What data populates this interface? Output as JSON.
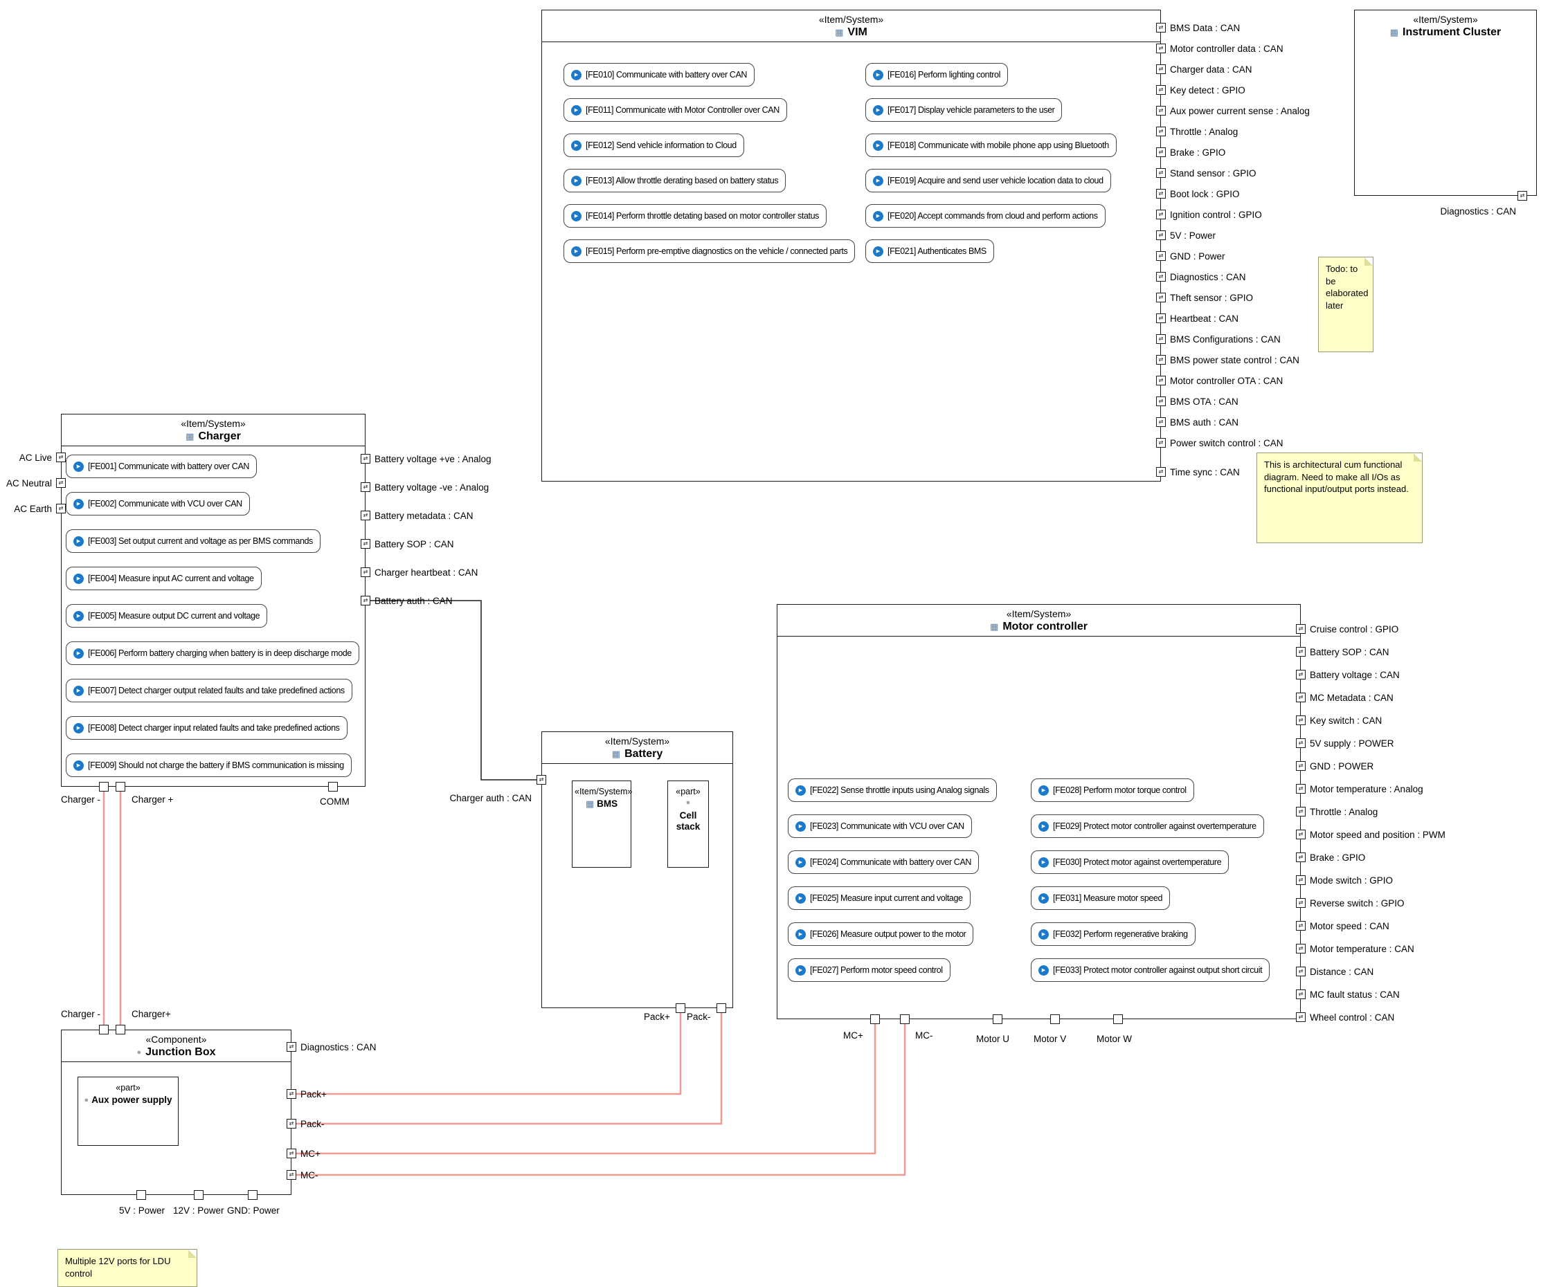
{
  "colors": {
    "power_line": "#EF9A8F",
    "signal_line": "#000000",
    "note_bg": "#FFFFC9",
    "function_icon": "#1B79C9"
  },
  "vim": {
    "stereotype": "«Item/System»",
    "name": "VIM",
    "functions_left": [
      "[FE010] Communicate with battery over CAN",
      "[FE011] Communicate with Motor Controller over CAN",
      "[FE012] Send vehicle information to Cloud",
      "[FE013] Allow throttle derating based on battery status",
      "[FE014] Perform throttle detating based on motor controller status",
      "[FE015] Perform pre-emptive diagnostics on the vehicle / connected parts"
    ],
    "functions_right": [
      "[FE016] Perform lighting control",
      "[FE017] Display vehicle parameters to the user",
      "[FE018] Communicate with mobile phone app using Bluetooth",
      "[FE019] Acquire and send user vehicle location data to cloud",
      "[FE020] Accept commands from cloud and perform actions",
      "[FE021] Authenticates BMS"
    ],
    "ports_right": [
      "BMS Data : CAN",
      "Motor controller data : CAN",
      "Charger data : CAN",
      "Key detect : GPIO",
      "Aux power current sense : Analog",
      "Throttle : Analog",
      "Brake : GPIO",
      "Stand sensor : GPIO",
      "Boot lock : GPIO",
      "Ignition control : GPIO",
      "5V : Power",
      "GND : Power",
      "Diagnostics : CAN",
      "Theft sensor : GPIO",
      "Heartbeat : CAN",
      "BMS Configurations : CAN",
      "BMS power state control : CAN",
      "Motor controller OTA : CAN",
      "BMS OTA : CAN",
      "BMS auth : CAN",
      "Power switch control : CAN",
      "Time sync : CAN"
    ]
  },
  "instrument_cluster": {
    "stereotype": "«Item/System»",
    "name": "Instrument Cluster",
    "port_bottom": "Diagnostics : CAN"
  },
  "charger": {
    "stereotype": "«Item/System»",
    "name": "Charger",
    "functions": [
      "[FE001] Communicate with battery over CAN",
      "[FE002] Communicate with VCU over CAN",
      "[FE003] Set output current and voltage as per BMS commands",
      "[FE004] Measure input AC current and voltage",
      "[FE005] Measure output DC current and voltage",
      "[FE006] Perform battery charging when battery is in deep discharge mode",
      "[FE007] Detect charger output related faults and take predefined actions",
      "[FE008] Detect charger input related faults and take predefined actions",
      "[FE009] Should not charge the battery if BMS communication is missing"
    ],
    "ports_left": [
      "AC Live",
      "AC Neutral",
      "AC Earth"
    ],
    "ports_right": [
      "Battery voltage +ve : Analog",
      "Battery voltage -ve : Analog",
      "Battery metadata : CAN",
      "Battery SOP : CAN",
      "Charger heartbeat : CAN",
      "Battery auth : CAN"
    ],
    "ports_bottom": [
      "Charger -",
      "Charger +",
      "COMM"
    ]
  },
  "battery": {
    "stereotype": "«Item/System»",
    "name": "Battery",
    "bms_stereotype": "«Item/System»",
    "bms_name": "BMS",
    "cell_stereotype": "«part»",
    "cell_name": "Cell stack",
    "port_left": "Charger auth : CAN",
    "ports_bottom": [
      "Pack+",
      "Pack-"
    ]
  },
  "motor_controller": {
    "stereotype": "«Item/System»",
    "name": "Motor controller",
    "functions_left": [
      "[FE022] Sense throttle inputs using Analog signals",
      "[FE023] Communicate with VCU over CAN",
      "[FE024] Communicate with battery over CAN",
      "[FE025] Measure input current and voltage",
      "[FE026] Measure output power to the motor",
      "[FE027] Perform motor speed control"
    ],
    "functions_right": [
      "[FE028] Perform motor torque control",
      "[FE029] Protect motor controller against overtemperature",
      "[FE030] Protect motor against overtemperature",
      "[FE031] Measure motor speed",
      "[FE032] Perform regenerative braking",
      "[FE033] Protect motor controller against output short circuit"
    ],
    "ports_right": [
      "Cruise control : GPIO",
      "Battery SOP : CAN",
      "Battery voltage : CAN",
      "MC Metadata : CAN",
      "Key switch : CAN",
      "5V supply : POWER",
      "GND : POWER",
      "Motor temperature : Analog",
      "Throttle : Analog",
      "Motor speed and position : PWM",
      "Brake : GPIO",
      "Mode switch : GPIO",
      "Reverse switch : GPIO",
      "Motor speed : CAN",
      "Motor temperature : CAN",
      "Distance : CAN",
      "MC fault status : CAN",
      "Wheel control : CAN"
    ],
    "ports_bottom": [
      "MC+",
      "MC-",
      "Motor U",
      "Motor V",
      "Motor W"
    ]
  },
  "junction_box": {
    "stereotype": "«Component»",
    "name": "Junction Box",
    "part_stereotype": "«part»",
    "part_name": "Aux power supply",
    "ports_top": [
      "Charger -",
      "Charger+"
    ],
    "ports_right": [
      "Diagnostics : CAN",
      "Pack+",
      "Pack-",
      "MC+",
      "MC-"
    ],
    "ports_bottom": [
      "5V : Power",
      "12V : Power",
      "GND: Power"
    ]
  },
  "notes": {
    "todo": "Todo: to be elaborated later",
    "architecture": "This is architectural cum functional diagram. Need to make all I/Os as functional input/output ports instead.",
    "ldu": "Multiple 12V ports for LDU control"
  }
}
